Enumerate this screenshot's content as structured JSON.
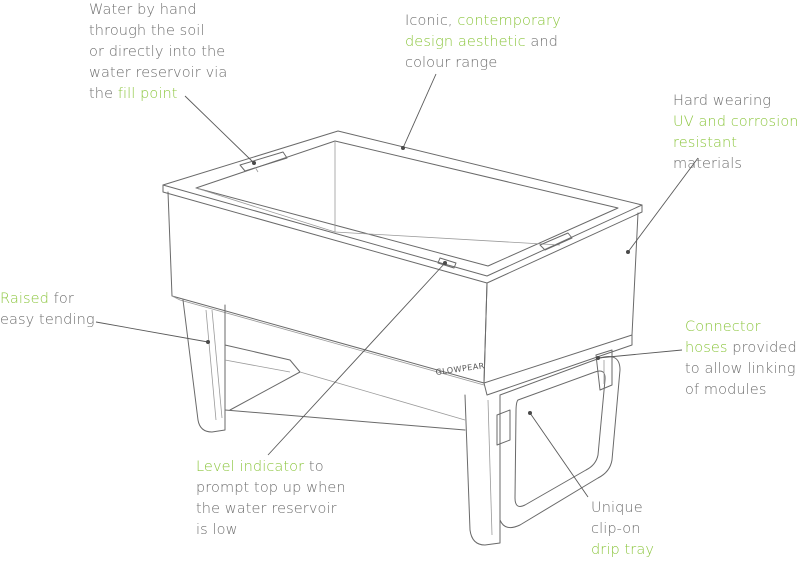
{
  "callouts": {
    "water": {
      "line1": "Water by hand",
      "line2": "through the soil",
      "line3": "or directly into the",
      "line4": "water reservoir via",
      "line5_pre": "the ",
      "line5_hl": "fill point"
    },
    "iconic": {
      "line1_pre": "Iconic, ",
      "line1_hl": "contemporary",
      "line2_hl": "design aesthetic",
      "line2_post": " and",
      "line3": "colour range"
    },
    "hard": {
      "line1": "Hard wearing",
      "line2_hl": "UV and corrosion",
      "line3_hl": "resistant",
      "line3_post": " materials"
    },
    "raised": {
      "line1_hl": "Raised",
      "line1_post": " for",
      "line2": "easy tending"
    },
    "connector": {
      "line1_hl": "Connector",
      "line2_hl": "hoses",
      "line2_post": " provided",
      "line3": "to allow linking",
      "line4": "of modules"
    },
    "level": {
      "line1_hl": "Level indicator",
      "line1_post": " to",
      "line2": "prompt top up when",
      "line3": "the water reservoir",
      "line4": "is low"
    },
    "drip": {
      "line1": "Unique",
      "line2": "clip-on",
      "line3_hl": "drip tray"
    }
  },
  "brand_logo": "GLOWPEAR",
  "colors": {
    "text": "#6f6f6f",
    "highlight": "#8cc63f",
    "line": "#6a6a6a"
  }
}
